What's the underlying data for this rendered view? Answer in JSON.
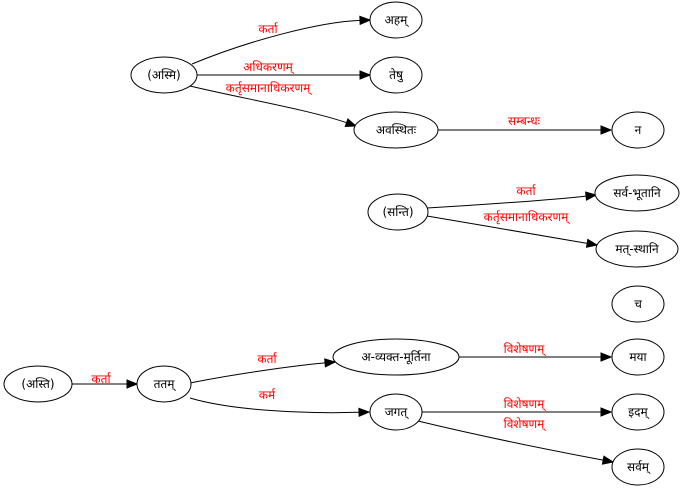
{
  "colors": {
    "edge_label": "#ff0000",
    "node_stroke": "#000000",
    "edge": "#000000",
    "background": "#ffffff"
  },
  "nodes": [
    {
      "id": "asmi",
      "label": "(अस्मि)"
    },
    {
      "id": "aham",
      "label": "अहम्"
    },
    {
      "id": "teshu",
      "label": "तेषु"
    },
    {
      "id": "avasthitah",
      "label": "अवस्थितः"
    },
    {
      "id": "na",
      "label": "न"
    },
    {
      "id": "santi",
      "label": "(सन्ति)"
    },
    {
      "id": "sarvabhutani",
      "label": "सर्व-भूतानि"
    },
    {
      "id": "matsthani",
      "label": "मत्-स्थानि"
    },
    {
      "id": "ca",
      "label": "च"
    },
    {
      "id": "asti",
      "label": "(अस्ति)"
    },
    {
      "id": "tatam",
      "label": "ततम्"
    },
    {
      "id": "avyaktamurtina",
      "label": "अ-व्यक्त-मूर्तिना"
    },
    {
      "id": "maya",
      "label": "मया"
    },
    {
      "id": "jagat",
      "label": "जगत्"
    },
    {
      "id": "idam",
      "label": "इदम्"
    },
    {
      "id": "sarvam",
      "label": "सर्वम्"
    }
  ],
  "edges": [
    {
      "from": "asmi",
      "to": "aham",
      "label": "कर्ता"
    },
    {
      "from": "asmi",
      "to": "teshu",
      "label": "अधिकरणम्"
    },
    {
      "from": "asmi",
      "to": "avasthitah",
      "label": "कर्तृसमानाधिकरणम्"
    },
    {
      "from": "avasthitah",
      "to": "na",
      "label": "सम्बन्धः"
    },
    {
      "from": "santi",
      "to": "sarvabhutani",
      "label": "कर्ता"
    },
    {
      "from": "santi",
      "to": "matsthani",
      "label": "कर्तृसमानाधिकरणम्"
    },
    {
      "from": "asti",
      "to": "tatam",
      "label": "कर्ता"
    },
    {
      "from": "tatam",
      "to": "avyaktamurtina",
      "label": "कर्ता"
    },
    {
      "from": "tatam",
      "to": "jagat",
      "label": "कर्म"
    },
    {
      "from": "avyaktamurtina",
      "to": "maya",
      "label": "विशेषणम्"
    },
    {
      "from": "jagat",
      "to": "idam",
      "label": "विशेषणम्"
    },
    {
      "from": "jagat",
      "to": "sarvam",
      "label": "विशेषणम्"
    }
  ]
}
